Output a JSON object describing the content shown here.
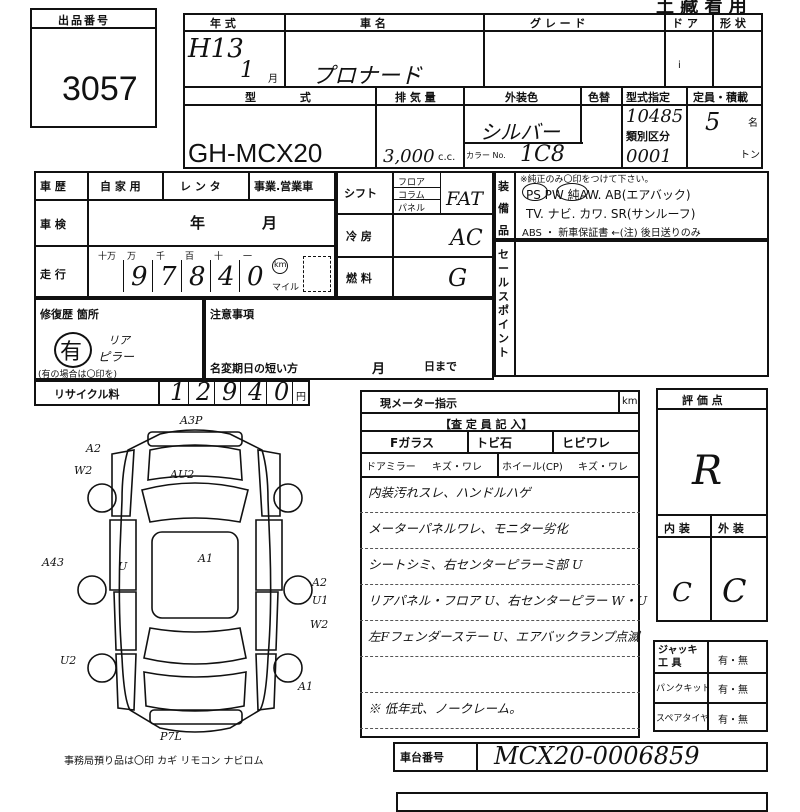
{
  "header": {
    "lot_label": "出品番号",
    "lot_number": "3057",
    "right_title": "土 藏 看 用",
    "year_label": "年 式",
    "year_value": "H13",
    "month_value": "1",
    "month_unit": "月",
    "name_label": "車 名",
    "name_value": "プロナード",
    "grade_label": "グ レ ー ド",
    "door_label": "ド ア",
    "shape_label": "形 状",
    "door_value": "i"
  },
  "model": {
    "model_label": "型 式",
    "model_value": "GH-MCX20",
    "disp_label": "排 気 量",
    "disp_value": "3,000",
    "disp_unit": "c.c.",
    "color_label": "外装色",
    "repaint_label": "色替",
    "color_value": "シルバー",
    "color_no_label": "カラー No.",
    "color_no_value": "1C8",
    "type_spec_label": "型式指定",
    "type_spec_value": "10485",
    "class_label": "類別区分",
    "class_value": "0001",
    "capacity_label": "定員・積載",
    "capacity_value": "5",
    "capacity_unit": "名",
    "ton_unit": "トン"
  },
  "history": {
    "history_label": "車 歴",
    "private_label": "自 家 用",
    "rental_label": "レ ン タ",
    "business_label": "事業.営業車",
    "inspection_label": "車 検",
    "year_unit": "年",
    "month_unit": "月",
    "mileage_label": "走 行",
    "digits_units": [
      "十万",
      "万",
      "千",
      "百",
      "十",
      "一"
    ],
    "mileage_digits": [
      "",
      "9",
      "7",
      "8",
      "4",
      "0"
    ],
    "km_label": "km",
    "mile_label": "マイル"
  },
  "shift": {
    "shift_label": "シフト",
    "floor_label": "フロア",
    "column_label": "コラム",
    "panel_label": "パネル",
    "shift_value": "FAT",
    "ac_label": "冷 房",
    "ac_value": "AC",
    "fuel_label": "燃 料",
    "fuel_value": "G"
  },
  "equipment": {
    "label": "装備品",
    "note": "※純正のみ〇印をつけて下さい。",
    "line1": "PS  PW  純AW.  AB(エアバック)",
    "line2": "TV. ナビ. カワ. SR(サンルーフ)",
    "line3": "ABS ・ 新車保証書 ←(注) 後日送りのみ",
    "sales_label": "セールスポイント"
  },
  "repair": {
    "label": "修復歴 箇所",
    "mark": "有",
    "note1": "リア",
    "note2": "ピラー",
    "footnote": "(有の場合は〇印を)"
  },
  "notes": {
    "label": "注意事項",
    "rename_label": "名変期日の短い方",
    "month_unit": "月",
    "day_unit": "日まで"
  },
  "recycle": {
    "label": "リサイクル料",
    "digits": [
      "1",
      "2",
      "9",
      "4",
      "0"
    ],
    "unit": "円"
  },
  "meter": {
    "label": "現メーター指示",
    "unit": "km"
  },
  "inspector": {
    "title": "【査 定 員 記 入】",
    "fglass": "Fガラス",
    "tobiishi": "トビ石",
    "hibiware": "ヒビワレ",
    "door_mirror": "ドアミラー",
    "kizu_ware": "キズ・ワレ",
    "wheel": "ホイール(CP)",
    "kizu_ware2": "キズ・ワレ",
    "comment_lines": [
      "内装汚れスレ、ハンドルハゲ",
      "メーターパネルワレ、モニター劣化",
      "シートシミ、右センターピラーミ部 U",
      "リアパネル・フロア U、右センターピラー W・U",
      "左Fフェンダーステー U、エアバックランプ点滅",
      "",
      "※ 低年式、ノークレーム。"
    ]
  },
  "rating": {
    "label": "評 価 点",
    "score": "R",
    "interior_label": "内 装",
    "exterior_label": "外 装",
    "interior_value": "C",
    "exterior_value": "C"
  },
  "tools": {
    "jack_label": "ジャッキ 工 具",
    "puncture_label": "パンクキット",
    "spare_label": "スペアタイヤ",
    "option": "有・無"
  },
  "chassis": {
    "label": "車台番号",
    "value": "MCX20-0006859"
  },
  "diagram": {
    "office_note": "事務局預り品は〇印 カギ リモコン ナビロム",
    "marks": [
      "A3P",
      "A2",
      "W2",
      "AU2",
      "A43",
      "A1",
      "U",
      "A2",
      "U1",
      "W2",
      "U2",
      "A1",
      "P7L"
    ]
  }
}
